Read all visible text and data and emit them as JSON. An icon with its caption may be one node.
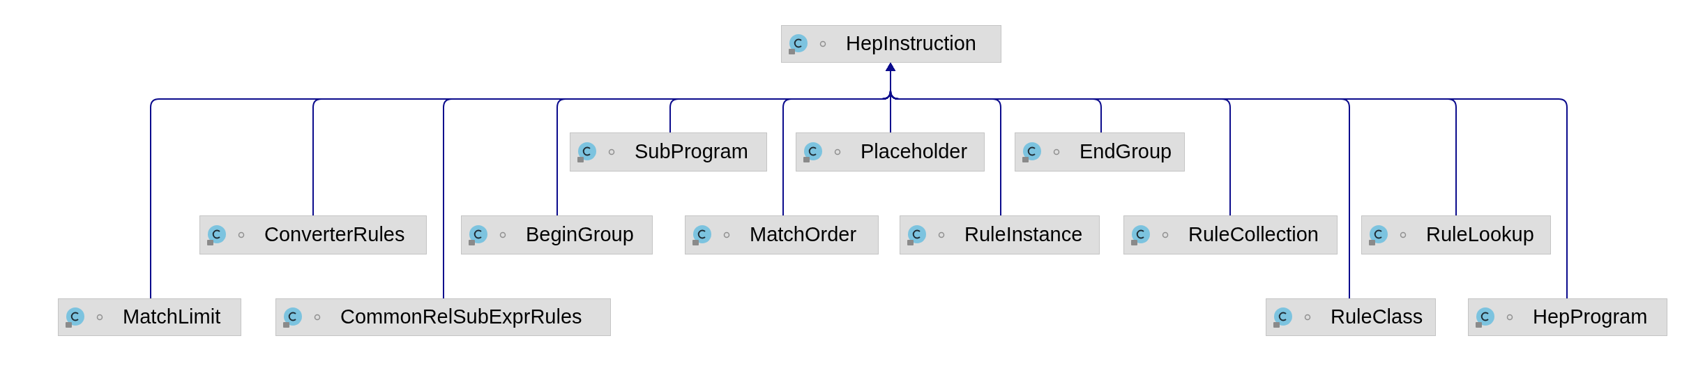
{
  "diagram": {
    "nodes": [
      {
        "text": [
          "HepInstruction"
        ]
      },
      {
        "text": [
          "SubProgram"
        ]
      },
      {
        "text": [
          "Placeholder"
        ]
      },
      {
        "text": [
          "EndGroup"
        ]
      },
      {
        "text": [
          "ConverterRules"
        ]
      },
      {
        "text": [
          "BeginGroup"
        ]
      },
      {
        "text": [
          "MatchOrder"
        ]
      },
      {
        "text": [
          "RuleInstance"
        ]
      },
      {
        "text": [
          "RuleCollection"
        ]
      },
      {
        "text": [
          "RuleLookup"
        ]
      },
      {
        "text": [
          "MatchLimit"
        ]
      },
      {
        "text": [
          "CommonRelSubExprRules"
        ]
      },
      {
        "text": [
          "RuleClass"
        ]
      },
      {
        "text": [
          "HepProgram"
        ]
      }
    ],
    "edges": [
      {
        "from": 10,
        "to": 0,
        "arrow": "to"
      },
      {
        "from": 4,
        "to": 0,
        "arrow": "to"
      },
      {
        "from": 11,
        "to": 0,
        "arrow": "to"
      },
      {
        "from": 5,
        "to": 0,
        "arrow": "to"
      },
      {
        "from": 1,
        "to": 0,
        "arrow": "to"
      },
      {
        "from": 6,
        "to": 0,
        "arrow": "to"
      },
      {
        "from": 2,
        "to": 0,
        "arrow": "to"
      },
      {
        "from": 7,
        "to": 0,
        "arrow": "to"
      },
      {
        "from": 3,
        "to": 0,
        "arrow": "to"
      },
      {
        "from": 8,
        "to": 0,
        "arrow": "to"
      },
      {
        "from": 12,
        "to": 0,
        "arrow": "to"
      },
      {
        "from": 9,
        "to": 0,
        "arrow": "to"
      },
      {
        "from": 13,
        "to": 0,
        "arrow": "to"
      }
    ]
  }
}
